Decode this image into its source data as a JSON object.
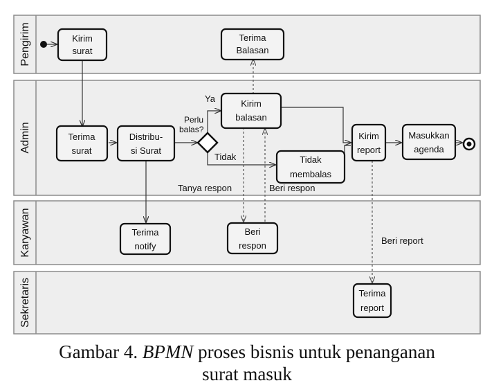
{
  "lanes": {
    "pengirim": "Pengirim",
    "admin": "Admin",
    "karyawan": "Karyawan",
    "sekretaris": "Sekretaris"
  },
  "tasks": {
    "kirim_surat": [
      "Kirim",
      "surat"
    ],
    "terima_balasan": [
      "Terima",
      "Balasan"
    ],
    "terima_surat": [
      "Terima",
      "surat"
    ],
    "distribusi_surat": [
      "Distribu-",
      "si Surat"
    ],
    "kirim_balasan": [
      "Kirim",
      "balasan"
    ],
    "tidak_membalas": [
      "Tidak",
      "membalas"
    ],
    "kirim_report": [
      "Kirim",
      "report"
    ],
    "masukkan_agenda": [
      "Masukkan",
      "agenda"
    ],
    "terima_notify": [
      "Terima",
      "notify"
    ],
    "beri_respon": [
      "Beri",
      "respon"
    ],
    "terima_report": [
      "Terima",
      "report"
    ]
  },
  "gateway": {
    "question": [
      "Perlu",
      "balas?"
    ],
    "yes": "Ya",
    "no": "Tidak"
  },
  "messages": {
    "tanya_respon": "Tanya respon",
    "beri_respon": "Beri respon",
    "beri_report": "Beri report"
  },
  "caption": {
    "prefix": "Gambar 4. ",
    "emph": "BPMN",
    "rest": " proses bisnis untuk penanganan",
    "line2": "surat masuk"
  }
}
